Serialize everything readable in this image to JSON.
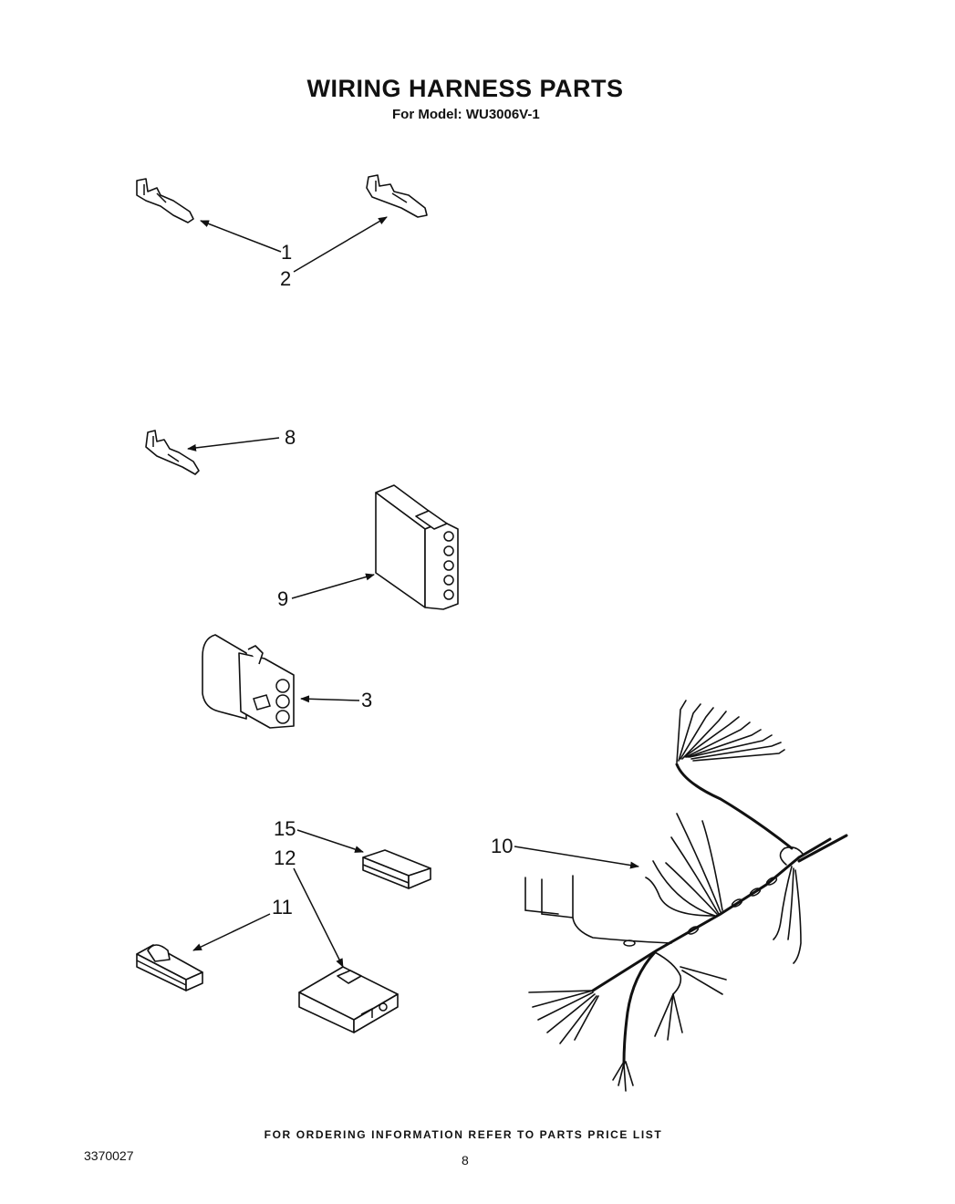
{
  "title": "WIRING HARNESS PARTS",
  "subtitle": "For Model: WU3006V-1",
  "callouts": {
    "c1": "1",
    "c2": "2",
    "c8": "8",
    "c9": "9",
    "c3": "3",
    "c15": "15",
    "c12": "12",
    "c11": "11",
    "c10": "10"
  },
  "footer_note": "FOR ORDERING INFORMATION REFER TO PARTS PRICE LIST",
  "doc_number": "3370027",
  "page_number": "8"
}
